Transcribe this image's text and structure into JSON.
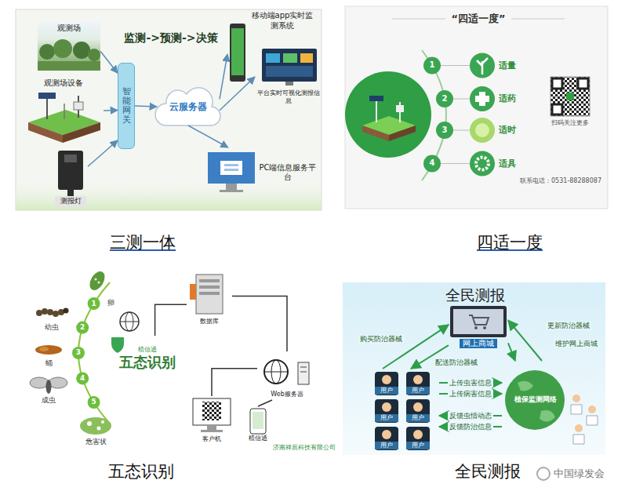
{
  "diagram": {
    "nodes": [
      {
        "text": [
          "观测场"
        ]
      },
      {
        "text": [
          "观测场设备"
        ]
      },
      {
        "text": [
          "测报灯"
        ]
      },
      {
        "text": [
          "智能网关"
        ]
      },
      {
        "text": [
          "云服务器"
        ]
      },
      {
        "text": [
          "移动端app实时监测系统"
        ]
      },
      {
        "text": [
          "平台实时可视化测报信息"
        ]
      },
      {
        "text": [
          "PC端信息服务平台"
        ]
      },
      {
        "text": [
          "适量"
        ]
      },
      {
        "text": [
          "适药"
        ]
      },
      {
        "text": [
          "适时"
        ]
      },
      {
        "text": [
          "适具"
        ]
      },
      {
        "text": [
          "植信通",
          "五态识别"
        ]
      },
      {
        "text": [
          "数据库"
        ]
      },
      {
        "text": [
          "Web服务器"
        ]
      },
      {
        "text": [
          "客户机"
        ]
      },
      {
        "text": [
          "植信通"
        ]
      },
      {
        "text": [
          "网上商城"
        ]
      },
      {
        "text": [
          "用户",
          "用户",
          "用户",
          "用户",
          "用户",
          "用户"
        ]
      },
      {
        "text": [
          "植保监测网络"
        ]
      }
    ],
    "edges": [
      {
        "from": 0,
        "to": 3,
        "arrow": "to"
      },
      {
        "from": 1,
        "to": 3,
        "arrow": "to"
      },
      {
        "from": 2,
        "to": 3,
        "arrow": "to"
      },
      {
        "from": 3,
        "to": 4,
        "arrow": "to"
      },
      {
        "from": 4,
        "to": 5,
        "arrow": "to"
      },
      {
        "from": 4,
        "to": 6,
        "arrow": "to"
      },
      {
        "from": 4,
        "to": 7,
        "arrow": "to"
      },
      {
        "from": 12,
        "to": 13,
        "arrow": "none"
      },
      {
        "from": 13,
        "to": 14,
        "arrow": "none"
      },
      {
        "from": 14,
        "to": 15,
        "arrow": "none"
      },
      {
        "from": 14,
        "to": 16,
        "arrow": "none"
      },
      {
        "from": 18,
        "to": 17,
        "label": "购买防治器械",
        "arrow": "to"
      },
      {
        "from": 17,
        "to": 18,
        "label": "配送防治器械",
        "arrow": "to"
      },
      {
        "from": 19,
        "to": 17,
        "label": "更新防治器械",
        "arrow": "to"
      },
      {
        "from": 17,
        "to": 19,
        "label": "维护网上商城",
        "arrow": "to"
      },
      {
        "from": 18,
        "to": 19,
        "label": "上传虫害信息",
        "arrow": "to"
      },
      {
        "from": 18,
        "to": 19,
        "label": "上传病害信息",
        "arrow": "to"
      },
      {
        "from": 19,
        "to": 18,
        "label": "反馈虫情动态",
        "arrow": "to"
      },
      {
        "from": 19,
        "to": 18,
        "label": "反馈防治信息",
        "arrow": "to"
      }
    ],
    "labels": [
      "监测->预测->决策",
      "“四适一度”",
      "1",
      "2",
      "3",
      "4",
      "扫码关注更多",
      "联系电话：0531-88288087",
      "1",
      "2",
      "3",
      "4",
      "5",
      "卵",
      "幼虫",
      "蛹",
      "成虫",
      "危害状",
      "济南祥辰科技有限公司",
      "全民测报",
      "三测一体",
      "四适一度",
      "五态识别",
      "全民测报",
      "中国绿发会"
    ]
  }
}
